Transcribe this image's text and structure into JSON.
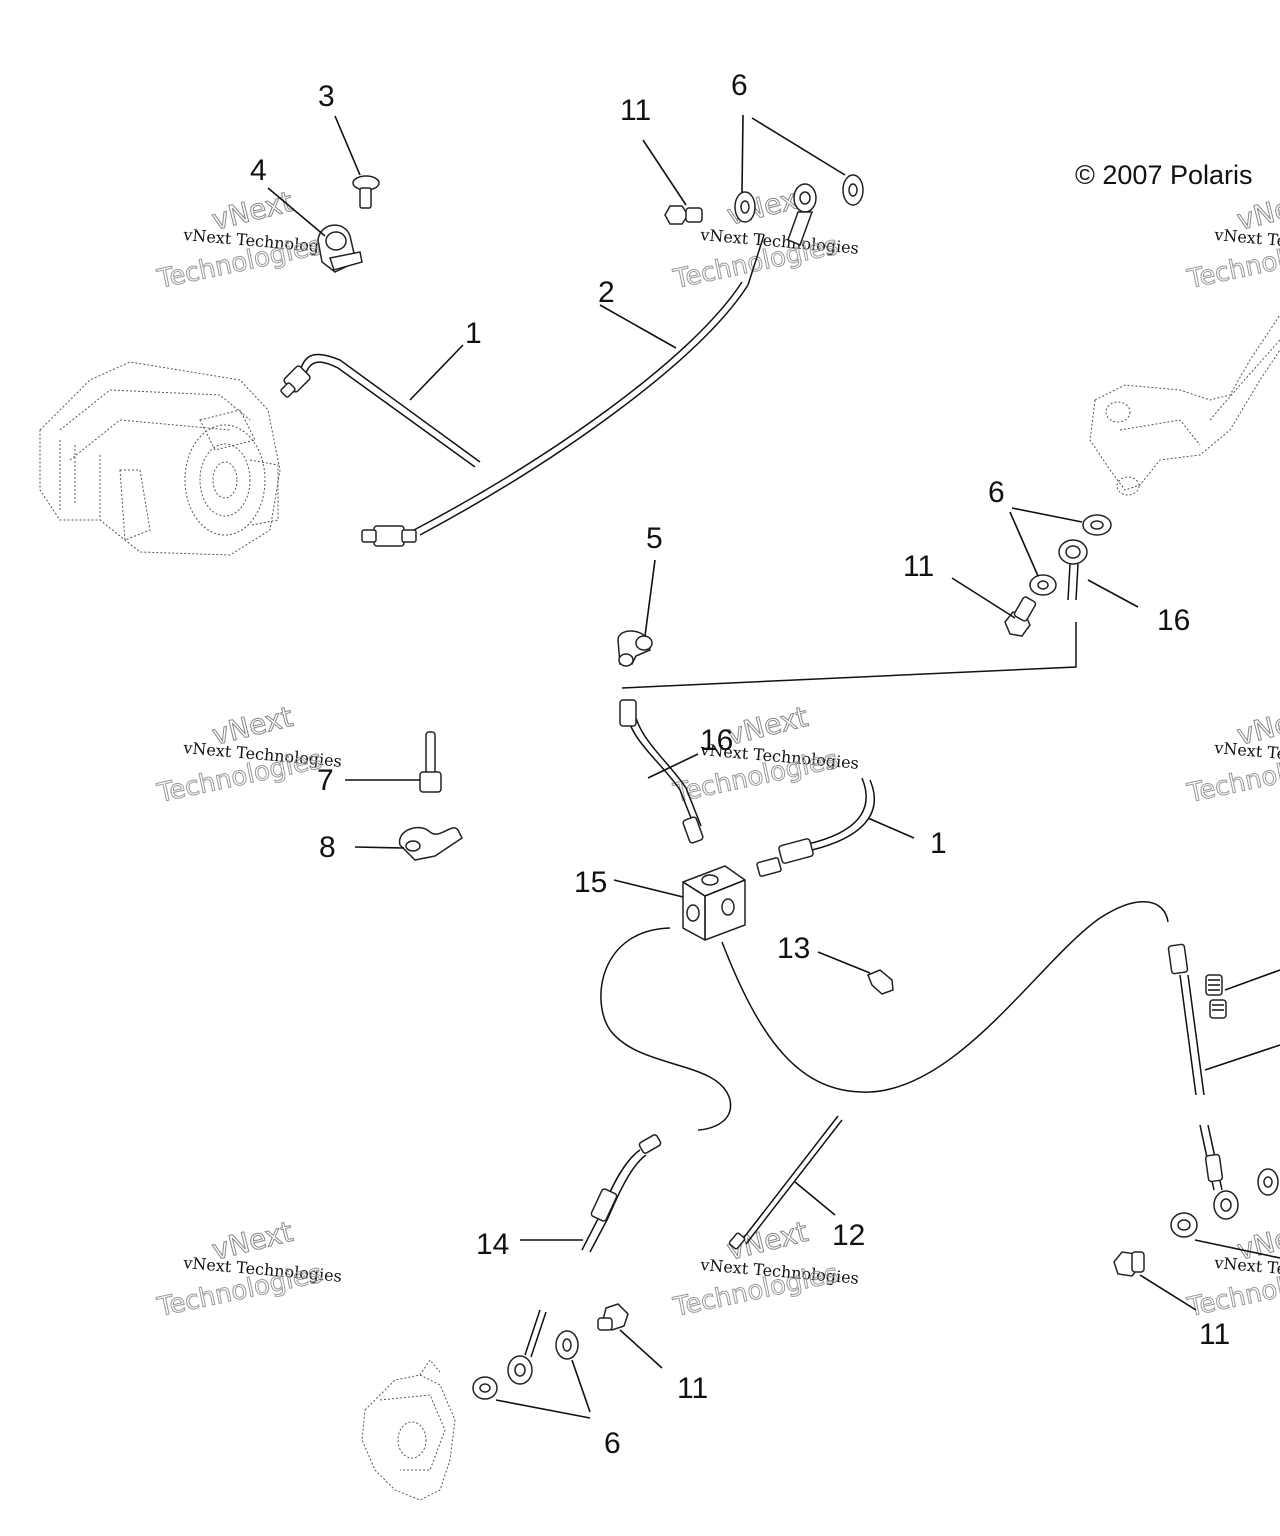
{
  "copyright": "© 2007 Polaris",
  "watermark": {
    "line1": "vNext Technologies",
    "line2": "vNext",
    "line3": "Technologies"
  },
  "callouts": {
    "c1a": "1",
    "c1b": "1",
    "c2": "2",
    "c3": "3",
    "c4": "4",
    "c5": "5",
    "c6a": "6",
    "c6b": "6",
    "c6c": "6",
    "c7": "7",
    "c8": "8",
    "c11a": "11",
    "c11b": "11",
    "c11c": "11",
    "c11d": "11",
    "c12": "12",
    "c13": "13",
    "c14": "14",
    "c15": "15",
    "c16a": "16",
    "c16b": "16"
  }
}
